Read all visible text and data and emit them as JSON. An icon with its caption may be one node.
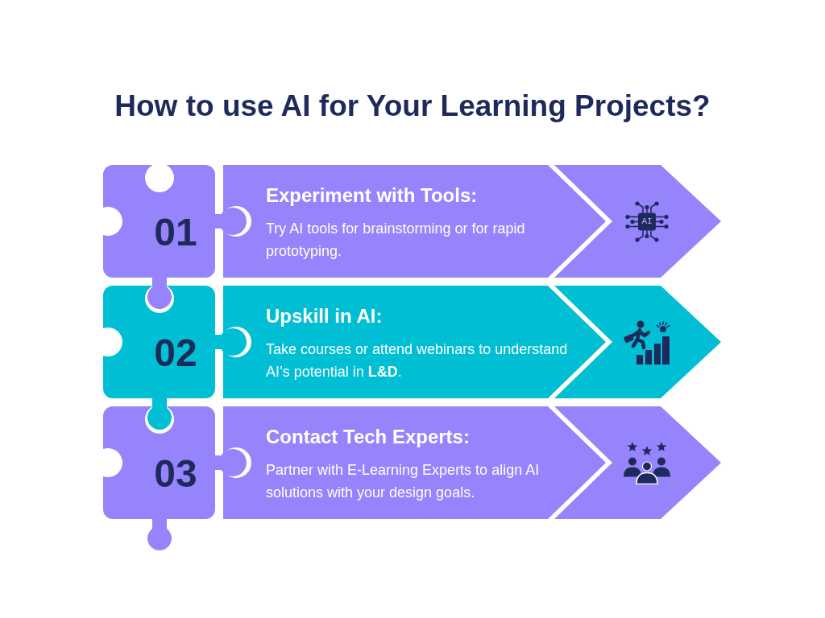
{
  "diagram": {
    "title": "How to use AI for Your Learning Projects?",
    "nodes": [
      {
        "text": [
          "01"
        ]
      },
      {
        "text": [
          "Experiment with Tools:",
          "Try AI tools for brainstorming or for rapid prototyping."
        ]
      },
      {
        "text": [],
        "shape": "chevron"
      },
      {
        "text": [
          "02"
        ]
      },
      {
        "text": [
          "Upskill in AI:",
          "Take courses or attend webinars to understand AI’s potential in **L&D**."
        ]
      },
      {
        "text": [],
        "shape": "chevron"
      },
      {
        "text": [
          "03"
        ]
      },
      {
        "text": [
          "Contact Tech Experts:",
          "Partner with E-Learning Experts to align AI solutions with your design goals."
        ]
      },
      {
        "text": [],
        "shape": "chevron"
      }
    ],
    "labels": [
      "AI"
    ]
  }
}
